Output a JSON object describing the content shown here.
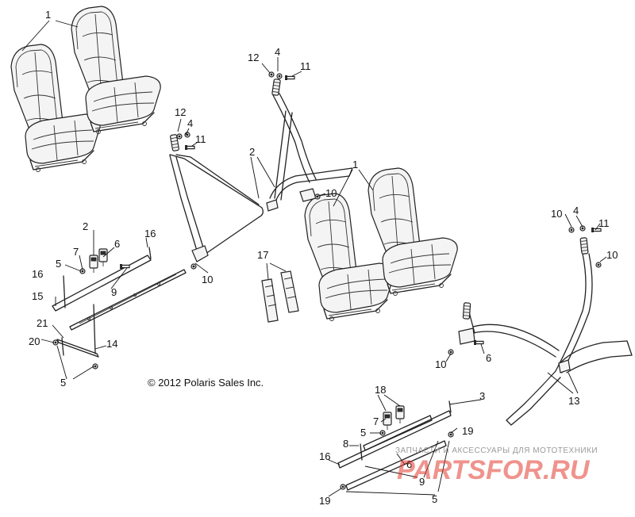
{
  "copyright": "© 2012 Polaris Sales Inc.",
  "watermark": {
    "subtitle": "ЗАПЧАСТИ И АКСЕССУАРЫ ДЛЯ МОТОТЕХНИКИ",
    "brand": "PARTSFOR.RU"
  },
  "callouts": [
    {
      "id": "c1a",
      "label": "1"
    },
    {
      "id": "c12a",
      "label": "12"
    },
    {
      "id": "c4a",
      "label": "4"
    },
    {
      "id": "c11a",
      "label": "11"
    },
    {
      "id": "c12b",
      "label": "12"
    },
    {
      "id": "c4b",
      "label": "4"
    },
    {
      "id": "c11b",
      "label": "11"
    },
    {
      "id": "c2a",
      "label": "2"
    },
    {
      "id": "c10a",
      "label": "10"
    },
    {
      "id": "c10b",
      "label": "10"
    },
    {
      "id": "c1b",
      "label": "1"
    },
    {
      "id": "c10c",
      "label": "10"
    },
    {
      "id": "c4c",
      "label": "4"
    },
    {
      "id": "c11c",
      "label": "11"
    },
    {
      "id": "c10d",
      "label": "10"
    },
    {
      "id": "c2b",
      "label": "2"
    },
    {
      "id": "c16a",
      "label": "16"
    },
    {
      "id": "c7a",
      "label": "7"
    },
    {
      "id": "c6a",
      "label": "6"
    },
    {
      "id": "c5a",
      "label": "5"
    },
    {
      "id": "c16b",
      "label": "16"
    },
    {
      "id": "c9a",
      "label": "9"
    },
    {
      "id": "c15",
      "label": "15"
    },
    {
      "id": "c21",
      "label": "21"
    },
    {
      "id": "c20",
      "label": "20"
    },
    {
      "id": "c14",
      "label": "14"
    },
    {
      "id": "c5b",
      "label": "5"
    },
    {
      "id": "c17",
      "label": "17"
    },
    {
      "id": "c10e",
      "label": "10"
    },
    {
      "id": "c6b",
      "label": "6"
    },
    {
      "id": "c13",
      "label": "13"
    },
    {
      "id": "c18",
      "label": "18"
    },
    {
      "id": "c3",
      "label": "3"
    },
    {
      "id": "c7b",
      "label": "7"
    },
    {
      "id": "c5c",
      "label": "5"
    },
    {
      "id": "c19a",
      "label": "19"
    },
    {
      "id": "c8",
      "label": "8"
    },
    {
      "id": "c16c",
      "label": "16"
    },
    {
      "id": "c6c",
      "label": "6"
    },
    {
      "id": "c9b",
      "label": "9"
    },
    {
      "id": "c19b",
      "label": "19"
    },
    {
      "id": "c5d",
      "label": "5"
    }
  ]
}
